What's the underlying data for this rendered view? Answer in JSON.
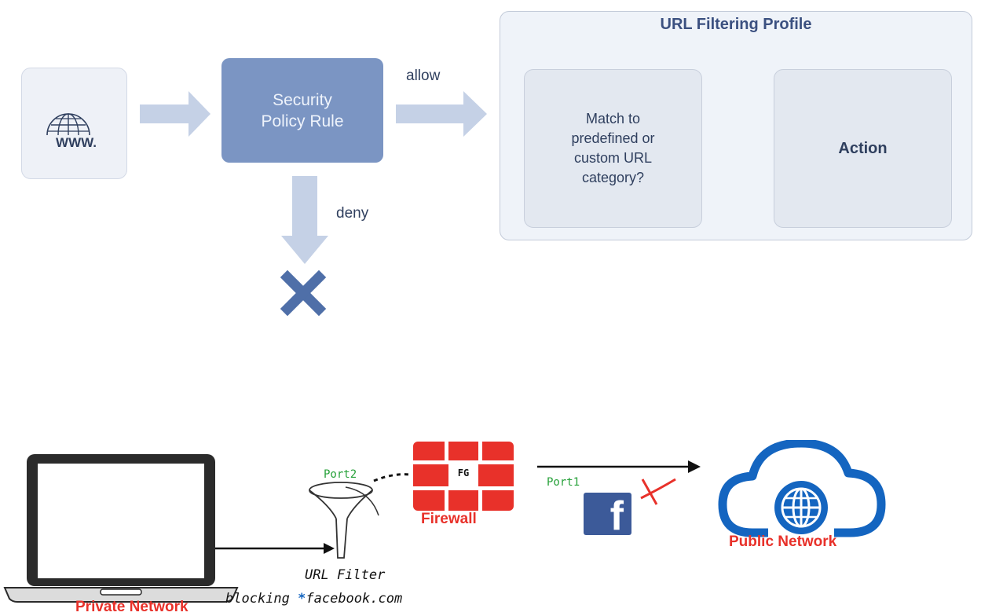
{
  "top_diagram": {
    "www_label": "WWW.",
    "policy_rule_lines": [
      "Security",
      "Policy Rule"
    ],
    "allow_label": "allow",
    "deny_label": "deny",
    "profile_title": "URL Filtering Profile",
    "match_lines": [
      "Match to",
      "predefined or",
      "custom URL",
      "category?"
    ],
    "action_label": "Action"
  },
  "bottom_diagram": {
    "private_network_label": "Private Network",
    "port2_label": "Port2",
    "port1_label": "Port1",
    "firewall_label": "Firewall",
    "firewall_logo_text": "FG",
    "url_filter_label": "URL Filter",
    "blocking_prefix": "blocking ",
    "blocking_asterisk": "*",
    "blocking_domain": "facebook.com",
    "facebook_logo_letter": "f",
    "public_network_label": "Public Network"
  },
  "colors": {
    "arrow_light": "#c5d1e6",
    "policy_fill": "#7b95c3",
    "x_mark": "#4f6fa8",
    "label_red": "#e8312a",
    "port_green": "#27a13a",
    "cloud_blue": "#1465c0",
    "facebook_blue": "#3c5a99"
  }
}
